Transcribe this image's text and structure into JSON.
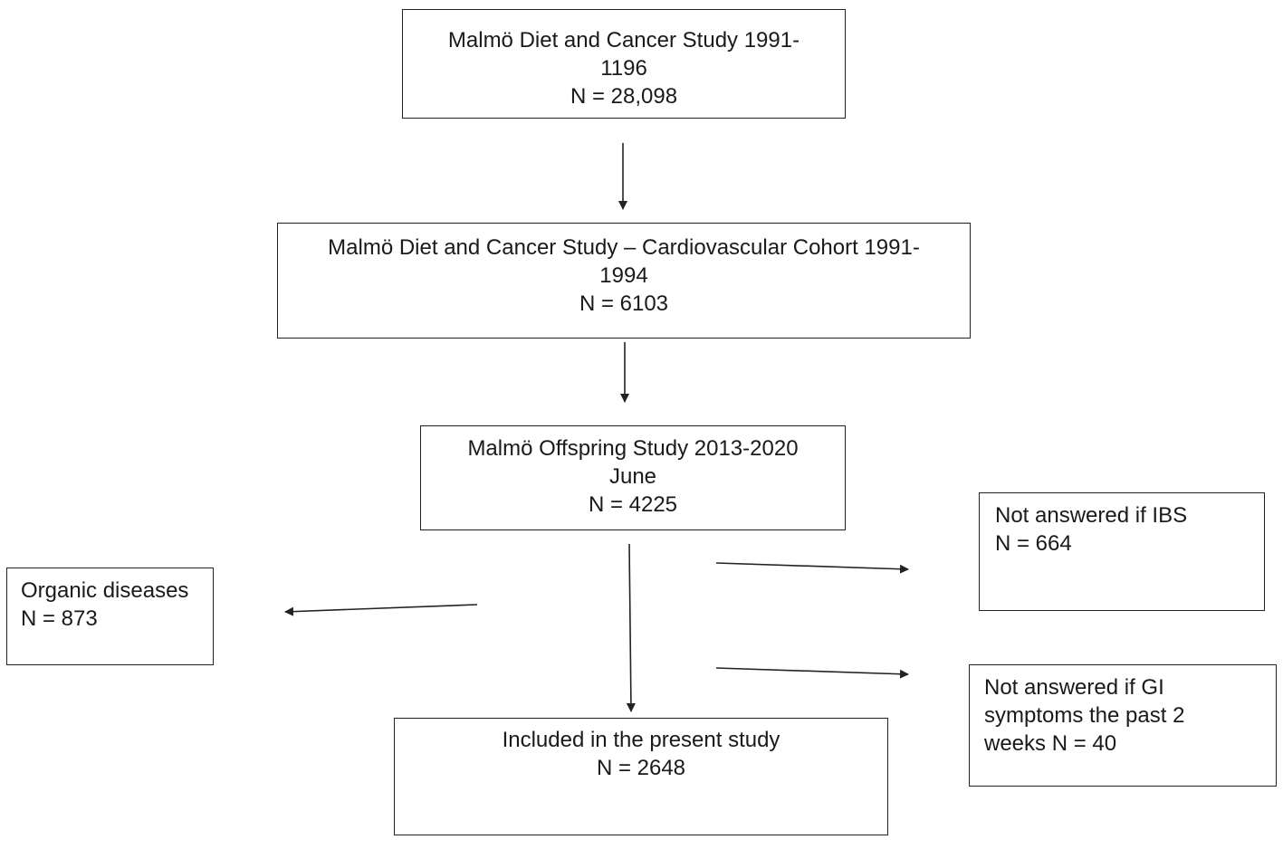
{
  "nodes": {
    "mdcs": {
      "lines": [
        "Malmö Diet and Cancer Study 1991-",
        "1196",
        "N = 28,098"
      ]
    },
    "cardiovascular_cohort": {
      "lines": [
        "Malmö Diet and Cancer Study – Cardiovascular Cohort 1991-",
        "1994",
        "N = 6103"
      ]
    },
    "offspring": {
      "lines": [
        "Malmö Offspring Study 2013-2020",
        "June",
        "N = 4225"
      ]
    },
    "included": {
      "lines": [
        "Included  in the present study",
        "N = 2648"
      ]
    },
    "not_answered_ibs": {
      "lines": [
        "Not answered if IBS",
        "N = 664"
      ]
    },
    "not_answered_gi": {
      "lines": [
        "Not answered if GI",
        "symptoms the past 2",
        "weeks N = 40"
      ]
    },
    "organic_diseases": {
      "lines": [
        "Organic diseases",
        "N = 873"
      ]
    }
  },
  "edges": [
    {
      "from": "mdcs",
      "to": "cardiovascular_cohort"
    },
    {
      "from": "cardiovascular_cohort",
      "to": "offspring"
    },
    {
      "from": "offspring",
      "to": "included"
    },
    {
      "from": "offspring",
      "to": "not_answered_ibs"
    },
    {
      "from": "offspring",
      "to": "not_answered_gi"
    },
    {
      "from": "offspring",
      "to": "organic_diseases"
    }
  ],
  "colors": {
    "stroke": "#222222",
    "text": "#1a1a1a",
    "background": "#ffffff"
  }
}
